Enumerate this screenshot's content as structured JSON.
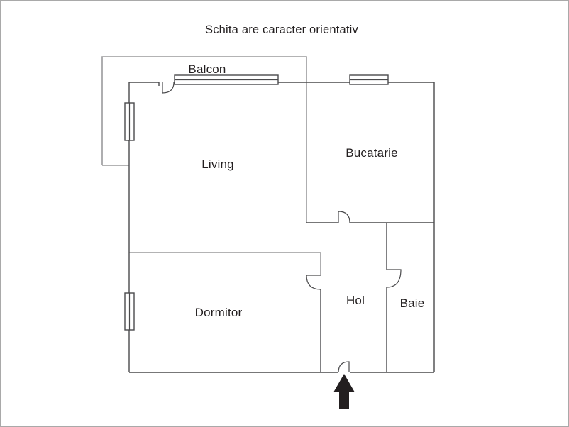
{
  "title": "Schita are caracter orientativ",
  "rooms": {
    "balcony": "Balcon",
    "living": "Living",
    "kitchen": "Bucatarie",
    "bedroom": "Dormitor",
    "hallway": "Hol",
    "bathroom": "Baie"
  },
  "colors": {
    "wall": "#4a4a4c",
    "secondary_wall": "#9a9a9c",
    "window_stroke": "#4a4a4c",
    "text": "#231f20",
    "arrow": "#231f20",
    "background": "#ffffff",
    "frame_border": "#a9a9a9"
  }
}
